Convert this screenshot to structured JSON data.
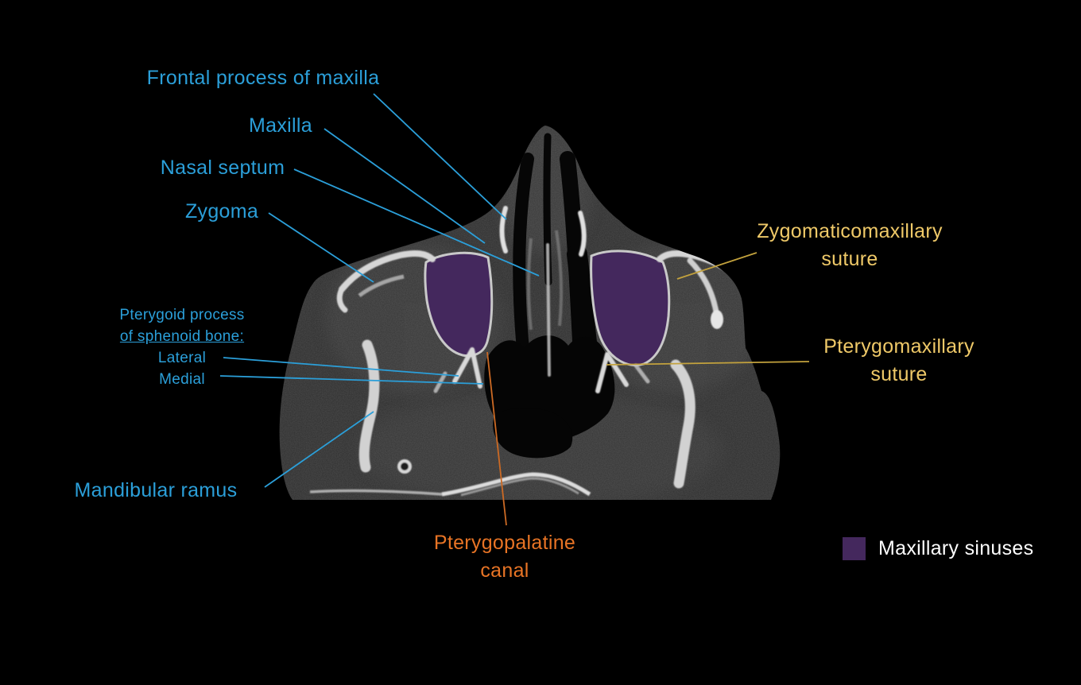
{
  "figure": {
    "description": "Axial CT slice of the midface with labelled anatomy",
    "highlight_region": "Maxillary sinuses"
  },
  "annotations": {
    "blue": {
      "frontal_process_of_maxilla": "Frontal process of maxilla",
      "maxilla": "Maxilla",
      "nasal_septum": "Nasal septum",
      "zygoma": "Zygoma",
      "pterygoid_heading_line1": "Pterygoid process",
      "pterygoid_heading_line2": "of sphenoid bone:",
      "pterygoid_lateral": "Lateral",
      "pterygoid_medial": "Medial",
      "mandibular_ramus": "Mandibular ramus"
    },
    "yellow": {
      "zygomaticomaxillary_line1": "Zygomaticomaxillary",
      "zygomaticomaxillary_line2": "suture",
      "pterygomaxillary_line1": "Pterygomaxillary",
      "pterygomaxillary_line2": "suture"
    },
    "orange": {
      "pterygopalatine_line1": "Pterygopalatine",
      "pterygopalatine_line2": "canal"
    }
  },
  "legend": {
    "label": "Maxillary sinuses",
    "swatch_color": "#44285d"
  },
  "colors": {
    "background": "#000000",
    "label_blue": "#2b9fd9",
    "label_yellow": "#efc968",
    "label_orange": "#e87425",
    "label_white": "#ffffff",
    "sinus_purple": "#44285d",
    "leader_blue": "#2b9fd9",
    "leader_yellow": "#c3a23d",
    "leader_orange": "#cc6a24"
  }
}
